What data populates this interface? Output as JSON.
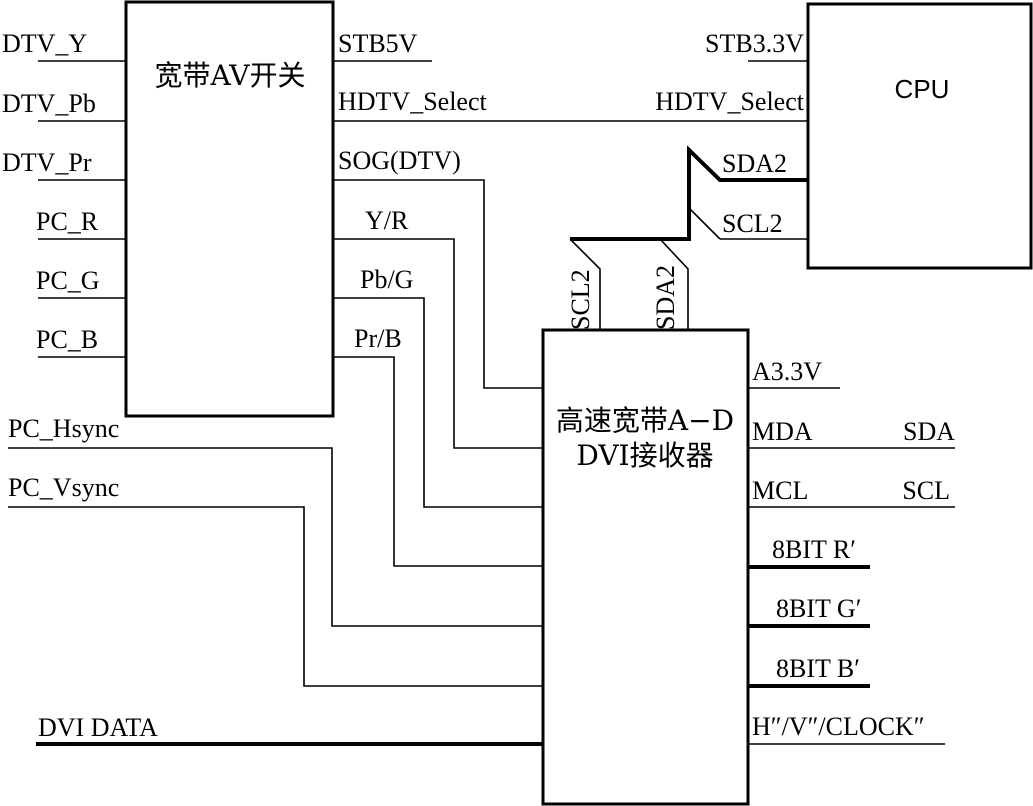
{
  "blocks": {
    "av_switch": "宽带AV开关",
    "cpu": "CPU",
    "adc_line1": "高速宽带A−D",
    "adc_line2": "DVI接收器"
  },
  "left_inputs": [
    "DTV_Y",
    "DTV_Pb",
    "DTV_Pr",
    "PC_R",
    "PC_G",
    "PC_B"
  ],
  "sync_inputs": [
    "PC_Hsync",
    "PC_Vsync"
  ],
  "dvi_data": "DVI DATA",
  "switch_outputs": {
    "stb5v": "STB5V",
    "hdtv_select": "HDTV_Select",
    "sog": "SOG(DTV)",
    "yr": "Y/R",
    "pbg": "Pb/G",
    "prb": "Pr/B"
  },
  "cpu_pins": {
    "stb33": "STB3.3V",
    "hdtv_select": "HDTV_Select",
    "sda2": "SDA2",
    "scl2": "SCL2"
  },
  "adc_top_pins": {
    "scl2": "SCL2",
    "sda2": "SDA2"
  },
  "adc_outputs": {
    "a33v": "A3.3V",
    "mda": "MDA",
    "sda": "SDA",
    "mcl": "MCL",
    "scl": "SCL",
    "r": "8BIT R′",
    "g": "8BIT G′",
    "b": "8BIT B′",
    "hvclk": "H″/V″/CLOCK″"
  }
}
